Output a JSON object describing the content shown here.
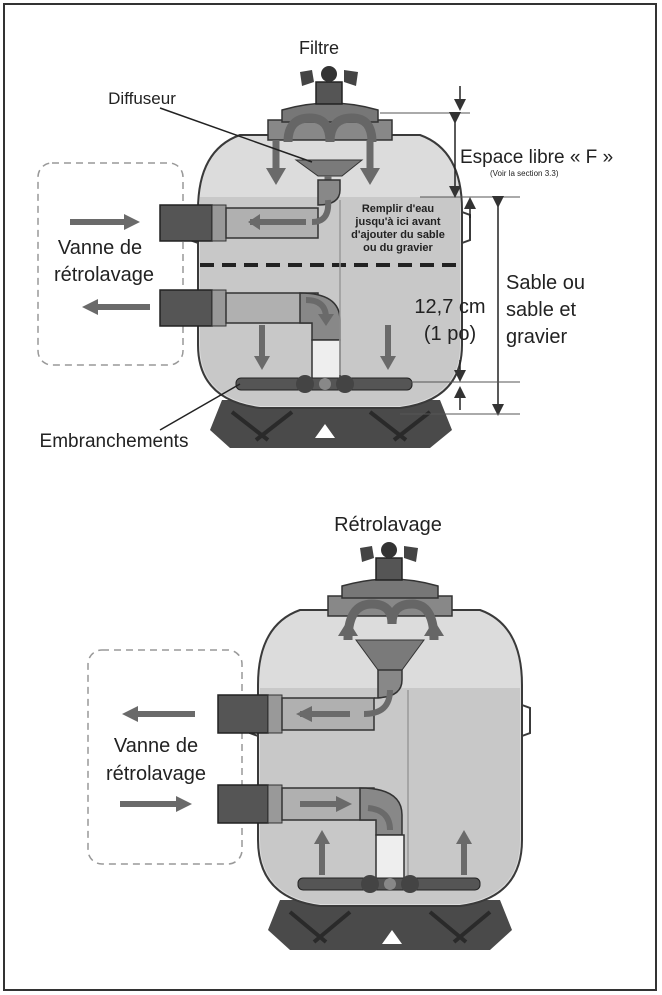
{
  "top_diagram": {
    "title": "Filtre",
    "diffuser_label": "Diffuseur",
    "free_space_label": "Espace libre « F »",
    "free_space_note": "(Voir la section 3.3)",
    "water_fill_line1": "Remplir d'eau",
    "water_fill_line2": "jusqu'à ici avant",
    "water_fill_line3": "d'ajouter du sable",
    "water_fill_line4": "ou du gravier",
    "valve_line1": "Vanne de",
    "valve_line2": "rétrolavage",
    "measure_line1": "12,7 cm",
    "measure_line2": "(1 po)",
    "sand_line1": "Sable ou",
    "sand_line2": "sable et",
    "sand_line3": "gravier",
    "laterals_label": "Embranchements"
  },
  "bottom_diagram": {
    "title": "Rétrolavage",
    "valve_line1": "Vanne de",
    "valve_line2": "rétrolavage"
  },
  "colors": {
    "tank_body": "#d9d9d9",
    "tank_water": "#c4c4c4",
    "arrow": "#6a6a6a",
    "outline": "#3a3a3a",
    "base": "#4a4a4a"
  }
}
